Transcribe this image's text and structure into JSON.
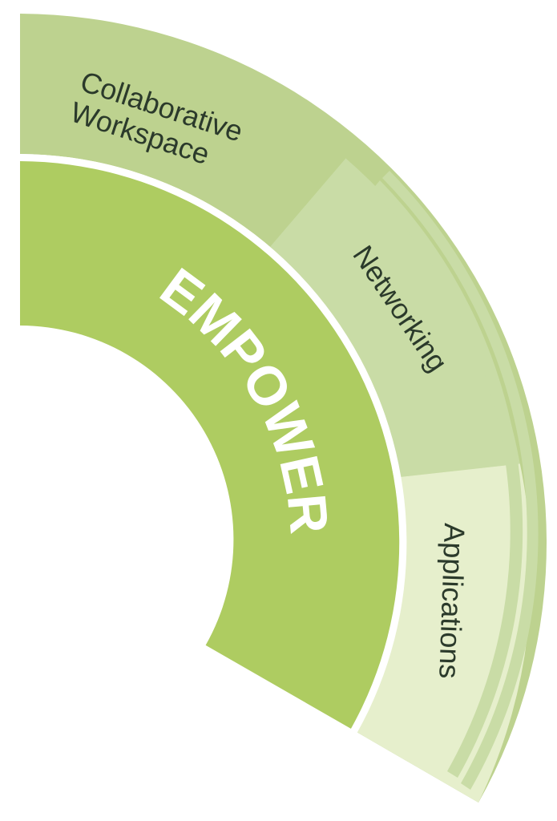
{
  "diagram": {
    "center_label": "EMPOWER",
    "segments": [
      {
        "label_lines": [
          "Collaborative",
          "Workspace"
        ]
      },
      {
        "label_lines": [
          "Networking"
        ]
      },
      {
        "label_lines": [
          "Applications"
        ]
      }
    ],
    "colors": {
      "inner_ring": "#aecc61",
      "outer_band": "#bdd28f",
      "collaborative_workspace": "#bdd28f",
      "networking": "#c9dca6",
      "applications": "#e6efcc",
      "outer_stripe": "#c9dca6",
      "separator": "#ffffff"
    }
  }
}
